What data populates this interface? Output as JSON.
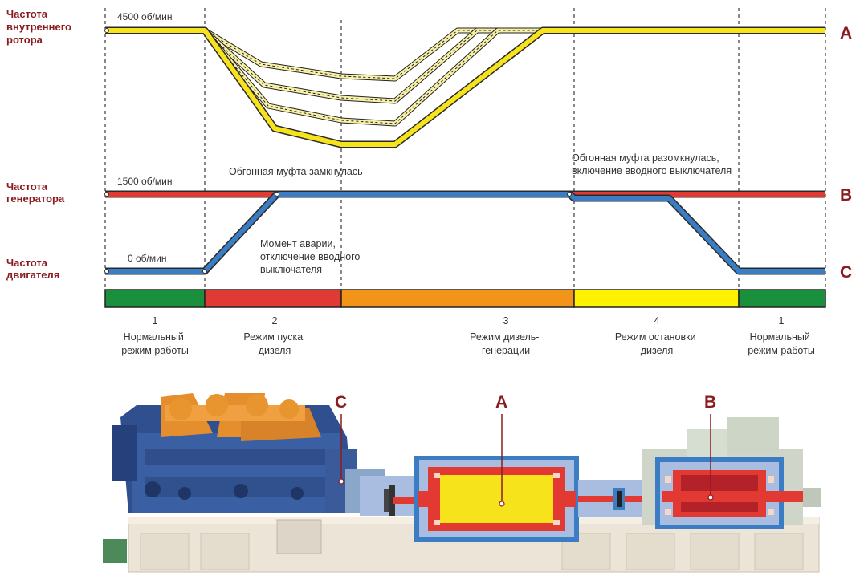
{
  "rows": [
    {
      "label_lines": [
        "Частота",
        "внутреннего",
        "ротора"
      ],
      "value": "4500 об/мин",
      "letter": "A"
    },
    {
      "label_lines": [
        "Частота",
        "генератора"
      ],
      "value": "1500 об/мин",
      "letter": "B"
    },
    {
      "label_lines": [
        "Частота",
        "двигателя"
      ],
      "value": "0 об/мин",
      "letter": "C"
    }
  ],
  "annotations": {
    "clutch_engaged": "Обгонная муфта замкнулась",
    "clutch_released": [
      "Обгонная муфта разомкнулась,",
      "включение вводного выключателя"
    ],
    "failure": [
      "Момент аварии,",
      "отключение вводного",
      "выключателя"
    ]
  },
  "modes": [
    {
      "number": "1",
      "lines": [
        "Нормальный",
        "режим работы"
      ],
      "color": "#1a8f3c"
    },
    {
      "number": "2",
      "lines": [
        "Режим пуска",
        "дизеля"
      ],
      "color": "#e03a34"
    },
    {
      "number": "3",
      "lines": [
        "Режим дизель-",
        "генерации"
      ],
      "color": "#f29418"
    },
    {
      "number": "4",
      "lines": [
        "Режим остановки",
        "дизеля"
      ],
      "color": "#fff200"
    },
    {
      "number": "1",
      "lines": [
        "Нормальный",
        "режим работы"
      ],
      "color": "#1a8f3c"
    }
  ],
  "machine_callouts": [
    "C",
    "A",
    "B"
  ],
  "colors": {
    "rotor_line": "#f7e31c",
    "rotor_dashed": "#f7f1a8",
    "generator_line": "#e23a32",
    "engine_line": "#3b7dc4",
    "label_red": "#8a1c1f"
  }
}
